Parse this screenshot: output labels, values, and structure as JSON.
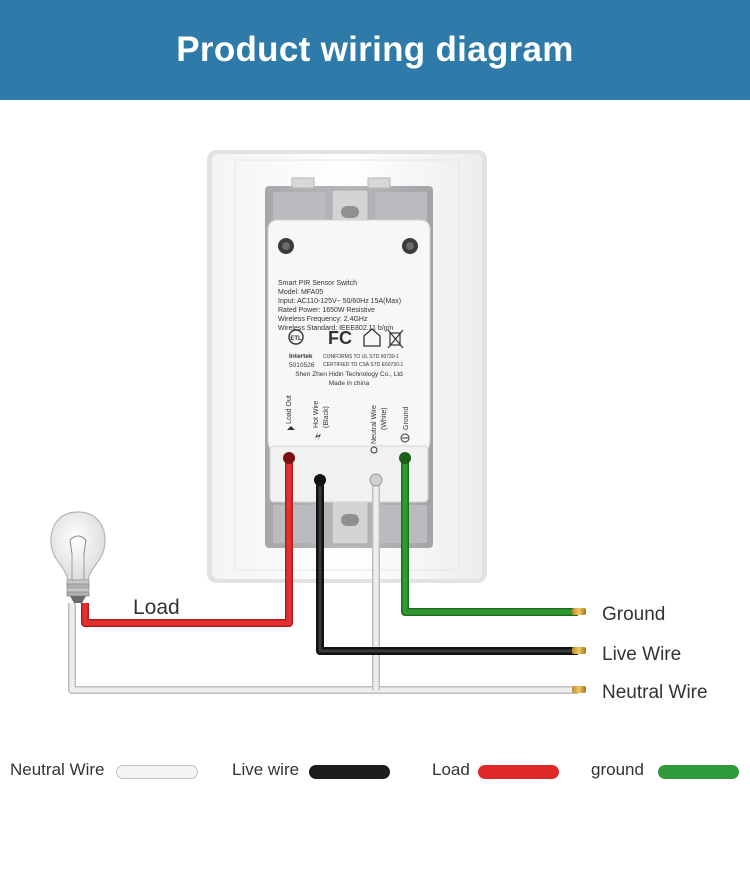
{
  "header": {
    "title": "Product wiring diagram"
  },
  "device": {
    "label_lines": [
      "Smart PIR Sensor Switch",
      "Model: MFA05",
      "Input: AC110-125V~ 50/60Hz 15A(Max)",
      "Rated Power: 1650W    Resistive",
      "Wireless Frequency: 2.4GHz",
      "Wireless Standard: IEEE802.11 b/g/n"
    ],
    "cert_intertek": "Intertek",
    "cert_number": "5010526",
    "cert_conform_1": "CONFORMS TO UL STD 60730-1",
    "cert_conform_2": "CERTIFIED TO CSA STD E60730-1",
    "manufacturer": "Shen Zhen Hidin Technology Co., Ltd",
    "made_in": "Made in china",
    "terminals": {
      "load_out": "Load Out",
      "hot_wire": "Hot Wire",
      "hot_wire_color": "(Black)",
      "neutral_wire": "Neutral Wire",
      "neutral_wire_color": "(White)",
      "ground": "Ground"
    }
  },
  "wires": {
    "load": "Load",
    "ground": "Ground",
    "live": "Live Wire",
    "neutral": "Neutral Wire"
  },
  "legend": [
    {
      "label": "Neutral Wire",
      "color": "#f2f2f2"
    },
    {
      "label": "Live wire",
      "color": "#1c1c1c"
    },
    {
      "label": "Load",
      "color": "#e02828"
    },
    {
      "label": "ground",
      "color": "#2e9a3a"
    }
  ],
  "colors": {
    "header": "#2e7aa8",
    "load": "#e02828",
    "live": "#1c1c1c",
    "neutral": "#e8e8e8",
    "ground": "#2e8b2e"
  }
}
